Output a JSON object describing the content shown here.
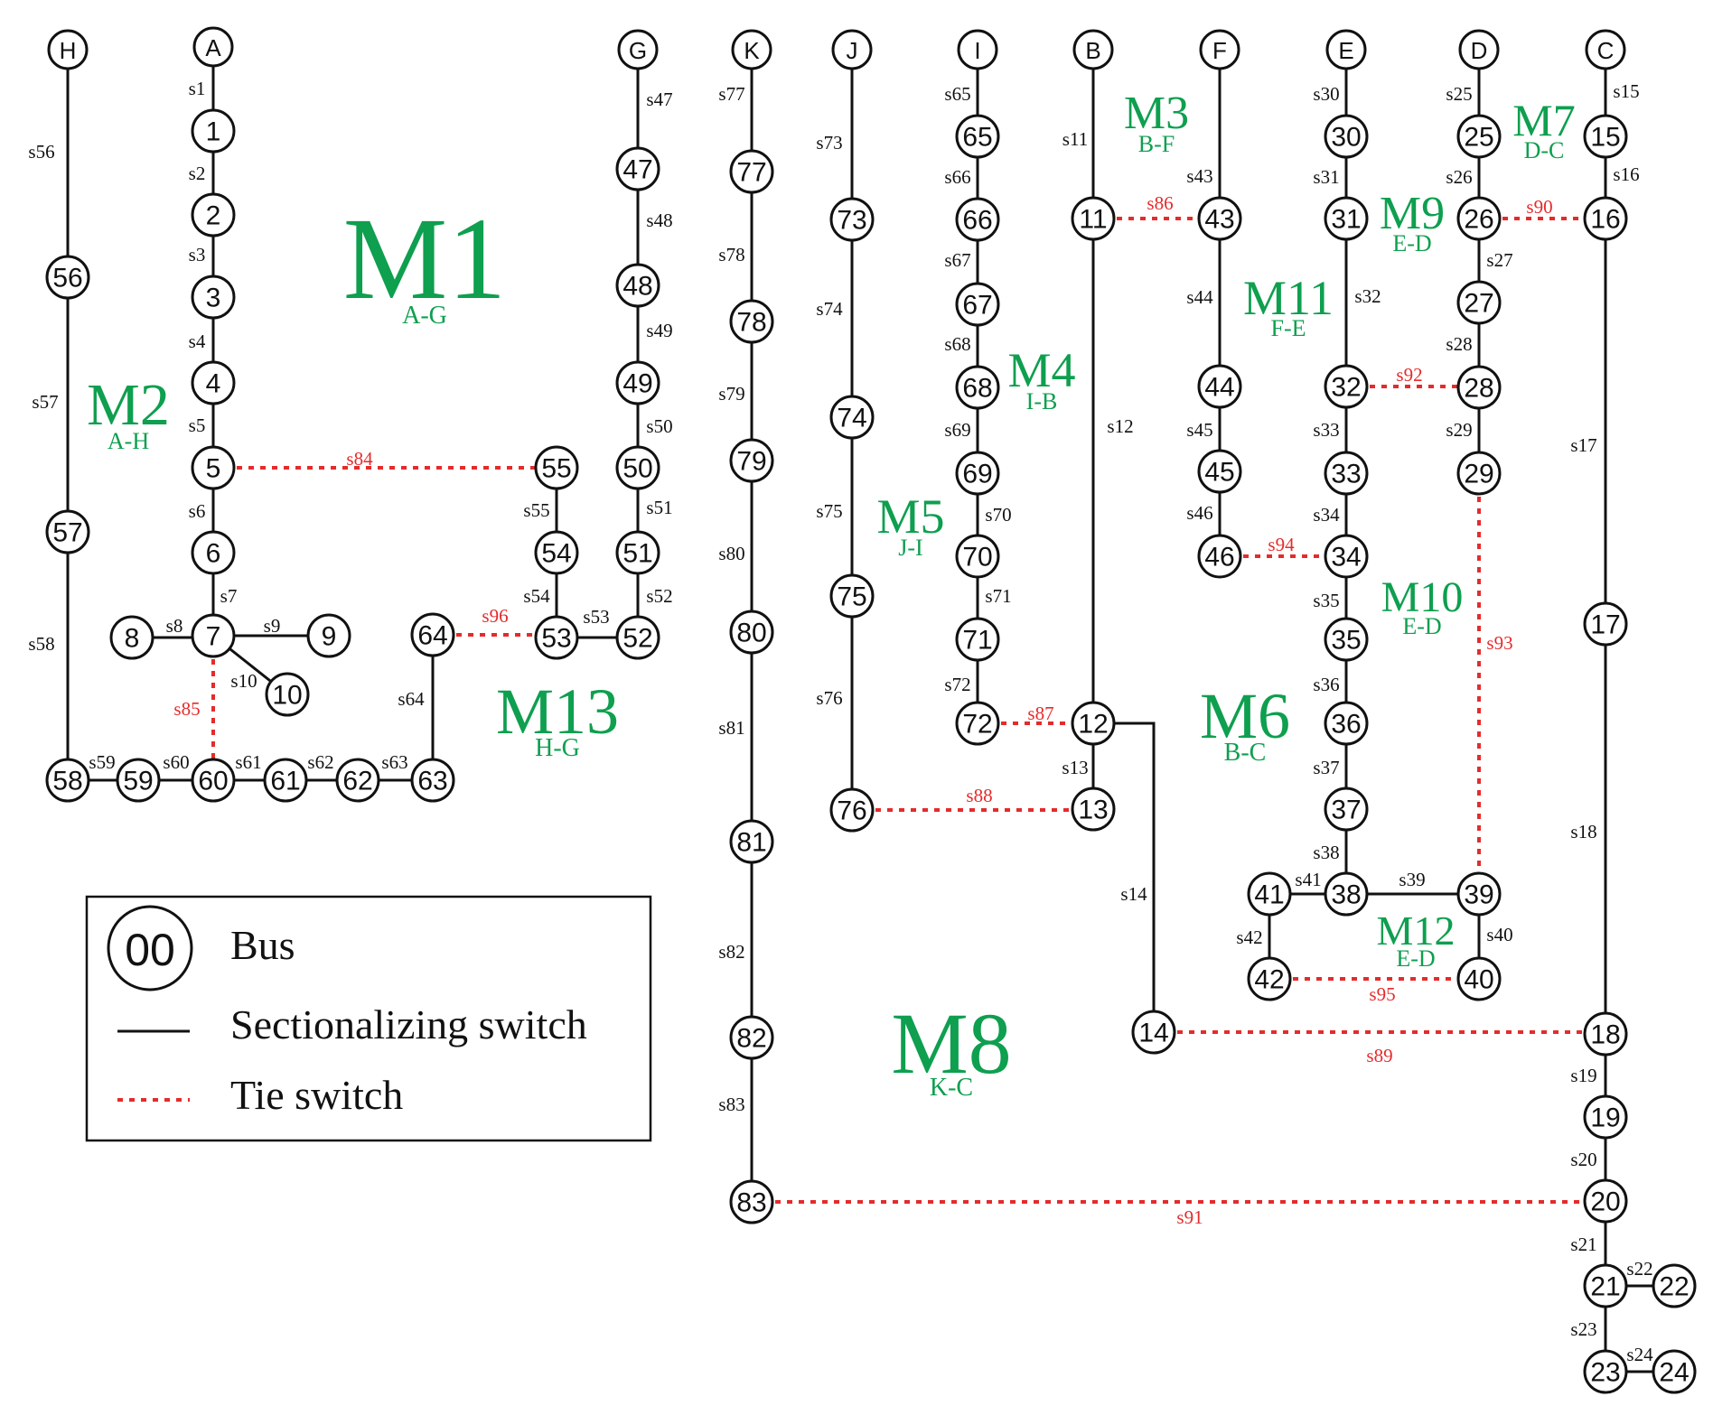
{
  "sources": [
    "H",
    "A",
    "G",
    "K",
    "J",
    "I",
    "B",
    "F",
    "E",
    "D",
    "C"
  ],
  "buses": [
    "1",
    "2",
    "3",
    "4",
    "5",
    "6",
    "7",
    "8",
    "9",
    "10",
    "11",
    "12",
    "13",
    "14",
    "15",
    "16",
    "17",
    "18",
    "19",
    "20",
    "21",
    "22",
    "23",
    "24",
    "25",
    "26",
    "27",
    "28",
    "29",
    "30",
    "31",
    "32",
    "33",
    "34",
    "35",
    "36",
    "37",
    "38",
    "39",
    "40",
    "41",
    "42",
    "43",
    "44",
    "45",
    "46",
    "47",
    "48",
    "49",
    "50",
    "51",
    "52",
    "53",
    "54",
    "55",
    "56",
    "57",
    "58",
    "59",
    "60",
    "61",
    "62",
    "63",
    "64",
    "65",
    "66",
    "67",
    "68",
    "69",
    "70",
    "71",
    "72",
    "73",
    "74",
    "75",
    "76",
    "77",
    "78",
    "79",
    "80",
    "81",
    "82",
    "83"
  ],
  "sectionalizing_switches": [
    "s1",
    "s2",
    "s3",
    "s4",
    "s5",
    "s6",
    "s7",
    "s8",
    "s9",
    "s10",
    "s11",
    "s12",
    "s13",
    "s14",
    "s15",
    "s16",
    "s17",
    "s18",
    "s19",
    "s20",
    "s21",
    "s22",
    "s23",
    "s24",
    "s25",
    "s26",
    "s27",
    "s28",
    "s29",
    "s30",
    "s31",
    "s32",
    "s33",
    "s34",
    "s35",
    "s36",
    "s37",
    "s38",
    "s39",
    "s40",
    "s41",
    "s42",
    "s43",
    "s44",
    "s45",
    "s46",
    "s47",
    "s48",
    "s49",
    "s50",
    "s51",
    "s52",
    "s53",
    "s54",
    "s55",
    "s56",
    "s57",
    "s58",
    "s59",
    "s60",
    "s61",
    "s62",
    "s63",
    "s64",
    "s65",
    "s66",
    "s67",
    "s68",
    "s69",
    "s70",
    "s71",
    "s72",
    "s73",
    "s74",
    "s75",
    "s76",
    "s77",
    "s78",
    "s79",
    "s80",
    "s81",
    "s82",
    "s83"
  ],
  "tie_switches": [
    "s84",
    "s85",
    "s86",
    "s87",
    "s88",
    "s89",
    "s90",
    "s91",
    "s92",
    "s93",
    "s94",
    "s95",
    "s96"
  ],
  "mgs": [
    {
      "name": "M1",
      "sub": "A-G"
    },
    {
      "name": "M2",
      "sub": "A-H"
    },
    {
      "name": "M3",
      "sub": "B-F"
    },
    {
      "name": "M4",
      "sub": "I-B"
    },
    {
      "name": "M5",
      "sub": "J-I"
    },
    {
      "name": "M6",
      "sub": "B-C"
    },
    {
      "name": "M7",
      "sub": "D-C"
    },
    {
      "name": "M8",
      "sub": "K-C"
    },
    {
      "name": "M9",
      "sub": "E-D"
    },
    {
      "name": "M10",
      "sub": "E-D"
    },
    {
      "name": "M11",
      "sub": "F-E"
    },
    {
      "name": "M12",
      "sub": "E-D"
    },
    {
      "name": "M13",
      "sub": "H-G"
    }
  ],
  "legend": {
    "bus_symbol": "00",
    "bus_label": "Bus",
    "sectionalizing_label": "Sectionalizing switch",
    "tie_label": "Tie switch"
  },
  "colors": {
    "mg_label": "#0e9f4f",
    "tie_switch": "#e52b2b",
    "line": "#111111"
  }
}
